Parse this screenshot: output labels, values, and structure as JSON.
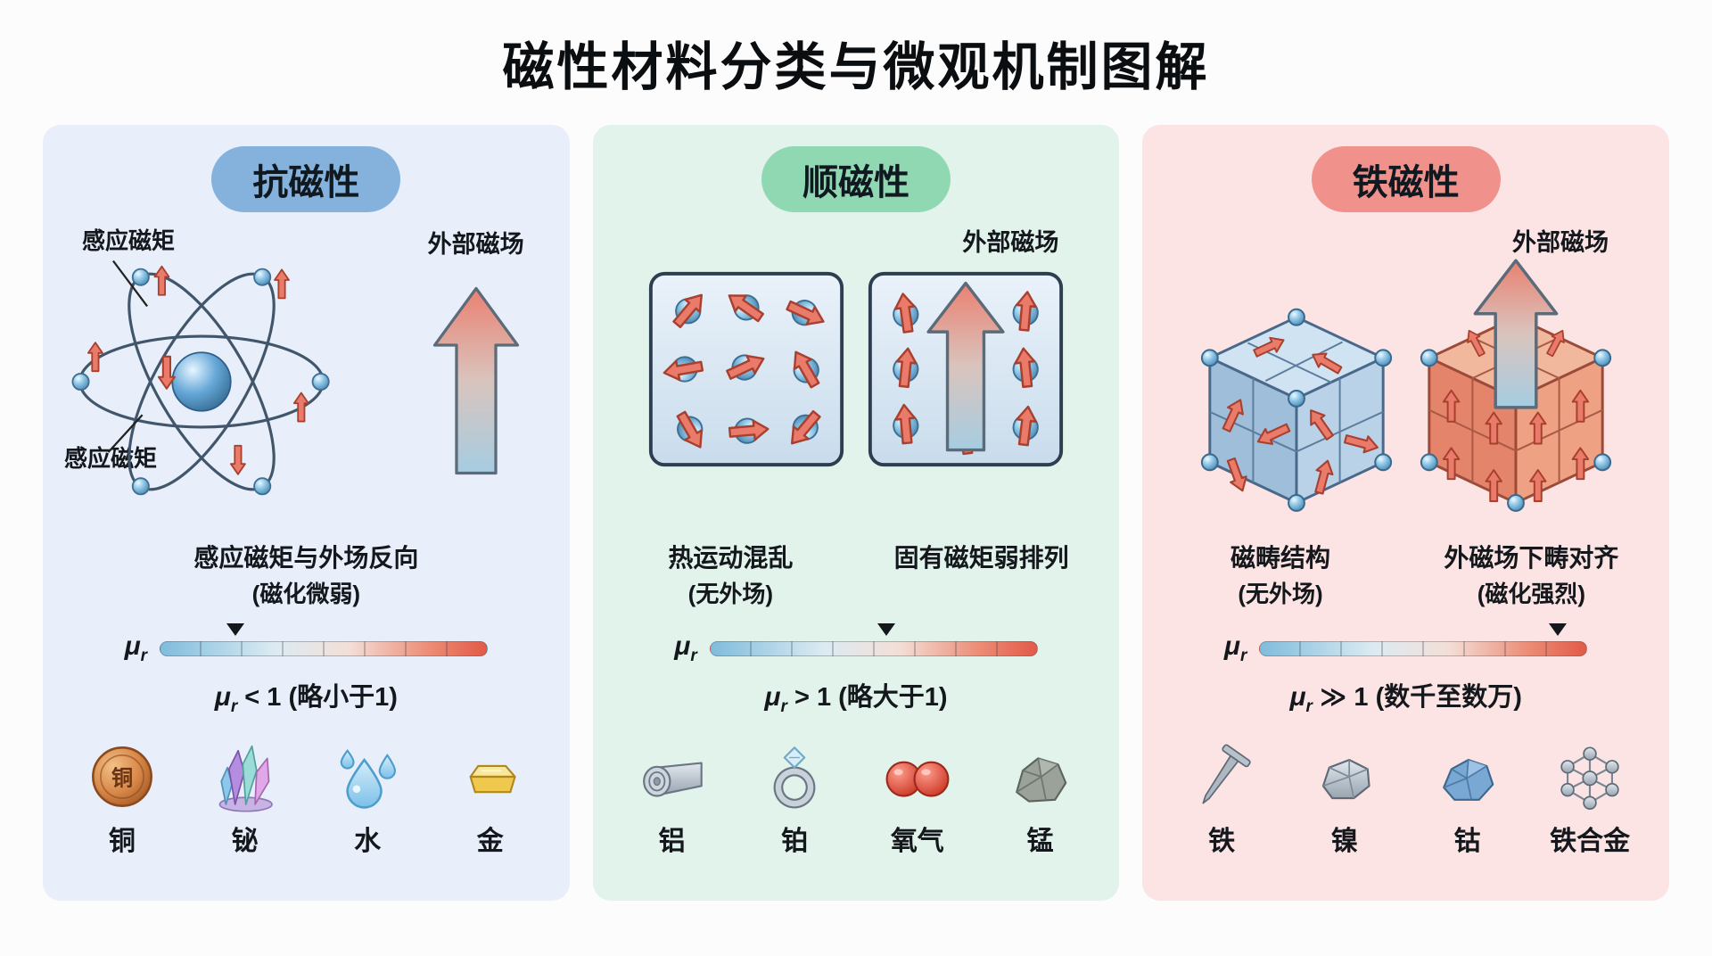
{
  "title": "磁性材料分类与微观机制图解",
  "panels": [
    {
      "id": "diamagnetism",
      "header": "抗磁性",
      "field_label": "外部磁场",
      "annotation_top": "感应磁矩",
      "annotation_bottom": "感应磁矩",
      "captions": [
        {
          "line1": "感应磁矩与外场反向",
          "line2": "(磁化微弱)"
        }
      ],
      "mu_symbol": "μ",
      "mu_subscript": "r",
      "formula_rest": " < 1 (略小于1)",
      "marker_percent": 23,
      "materials": [
        {
          "name": "铜",
          "icon": "copper-coin-icon"
        },
        {
          "name": "铋",
          "icon": "bismuth-crystal-icon"
        },
        {
          "name": "水",
          "icon": "water-drops-icon"
        },
        {
          "name": "金",
          "icon": "gold-bar-icon"
        }
      ],
      "colors": {
        "panel_bg": "#e8effb",
        "header_bg": "#85b2dd"
      }
    },
    {
      "id": "paramagnetism",
      "header": "顺磁性",
      "field_label": "外部磁场",
      "captions": [
        {
          "line1": "热运动混乱",
          "line2": "(无外场)"
        },
        {
          "line1": "固有磁矩弱排列",
          "line2": ""
        }
      ],
      "mu_symbol": "μ",
      "mu_subscript": "r",
      "formula_rest": " > 1 (略大于1)",
      "marker_percent": 54,
      "materials": [
        {
          "name": "铝",
          "icon": "aluminum-roll-icon"
        },
        {
          "name": "铂",
          "icon": "platinum-ring-icon"
        },
        {
          "name": "氧气",
          "icon": "oxygen-molecule-icon"
        },
        {
          "name": "锰",
          "icon": "manganese-ore-icon"
        }
      ],
      "colors": {
        "panel_bg": "#e2f3eb",
        "header_bg": "#8fd8b2"
      }
    },
    {
      "id": "ferromagnetism",
      "header": "铁磁性",
      "field_label": "外部磁场",
      "captions": [
        {
          "line1": "磁畴结构",
          "line2": "(无外场)"
        },
        {
          "line1": "外磁场下畴对齐",
          "line2": "(磁化强烈)"
        }
      ],
      "mu_symbol": "μ",
      "mu_subscript": "r",
      "formula_rest": " ≫ 1 (数千至数万)",
      "marker_percent": 91,
      "materials": [
        {
          "name": "铁",
          "icon": "iron-nail-icon"
        },
        {
          "name": "镍",
          "icon": "nickel-chunk-icon"
        },
        {
          "name": "钴",
          "icon": "cobalt-ore-icon"
        },
        {
          "name": "铁合金",
          "icon": "iron-alloy-lattice-icon"
        }
      ],
      "colors": {
        "panel_bg": "#fbe4e3",
        "header_bg": "#f0928b"
      }
    }
  ],
  "arrow_color": "#ea7b6b",
  "sphere_color": "#90c8e8"
}
